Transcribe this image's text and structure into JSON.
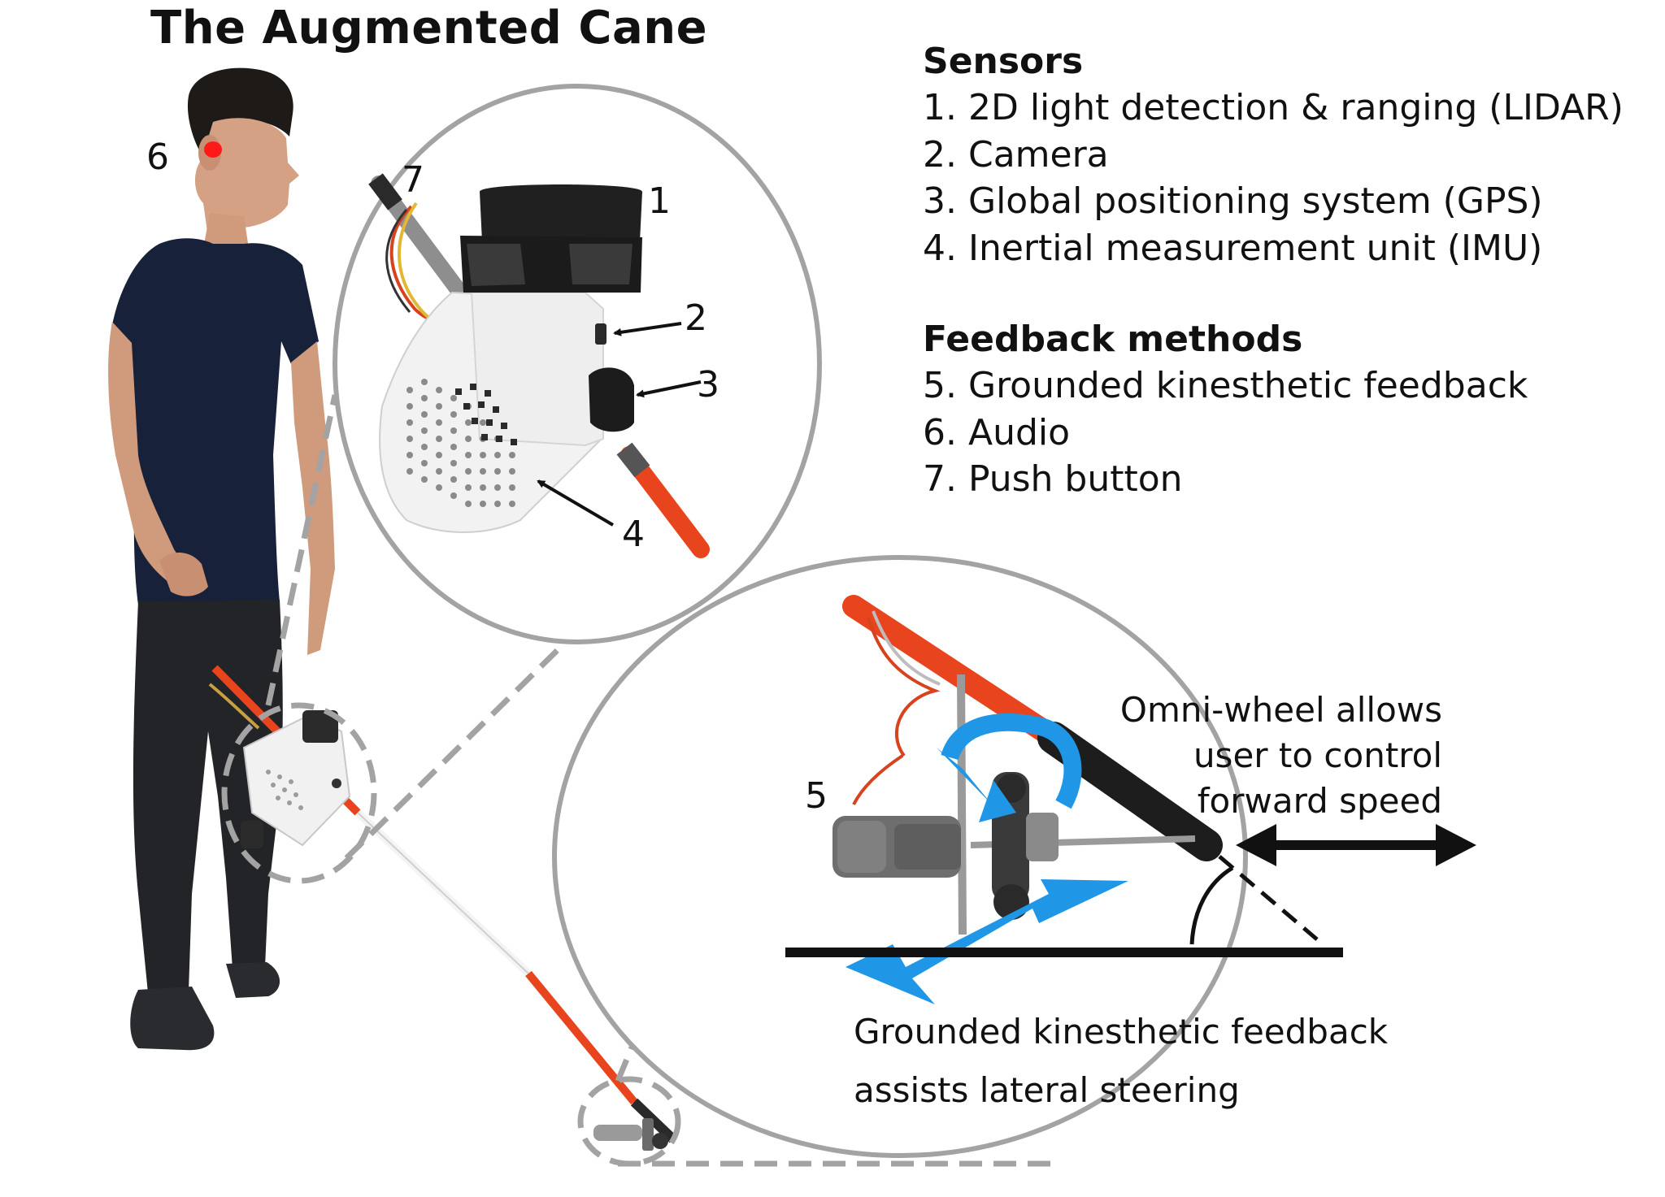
{
  "title": "The Augmented Cane",
  "legend": {
    "sensors_heading": "Sensors",
    "sensors": [
      "1. 2D light detection & ranging (LIDAR)",
      "2. Camera",
      "3. Global positioning system (GPS)",
      "4. Inertial measurement unit (IMU)"
    ],
    "feedback_heading": "Feedback methods",
    "feedback": [
      "5. Grounded kinesthetic feedback",
      "6. Audio",
      "7. Push button"
    ]
  },
  "labels": {
    "n1": "1",
    "n2": "2",
    "n3": "3",
    "n4": "4",
    "n5": "5",
    "n6": "6",
    "n7": "7"
  },
  "callouts": {
    "omni_line1": "Omni-wheel allows",
    "omni_line2": "user to control",
    "omni_line3": "forward speed",
    "grounded_line1": "Grounded kinesthetic feedback",
    "grounded_line2": "assists lateral steering"
  },
  "colors": {
    "cane_red": "#e8451f",
    "feedback_blue": "#1f96e6",
    "circle_gray": "#a3a3a3",
    "shirt_navy": "#18213a",
    "audio_red": "#ff1a1a"
  }
}
